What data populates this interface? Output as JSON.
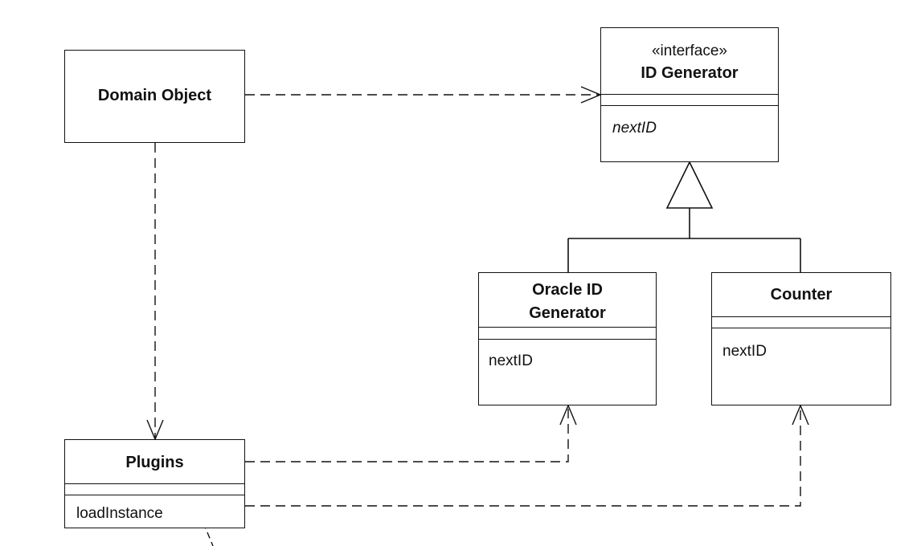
{
  "domain_object": {
    "name": "Domain Object"
  },
  "id_generator": {
    "stereotype": "«interface»",
    "name": "ID Generator",
    "operation": "nextID"
  },
  "oracle_id_generator": {
    "name_line1": "Oracle ID",
    "name_line2": "Generator",
    "operation": "nextID"
  },
  "counter": {
    "name": "Counter",
    "operation": "nextID"
  },
  "plugins": {
    "name": "Plugins",
    "operation": "loadInstance"
  }
}
